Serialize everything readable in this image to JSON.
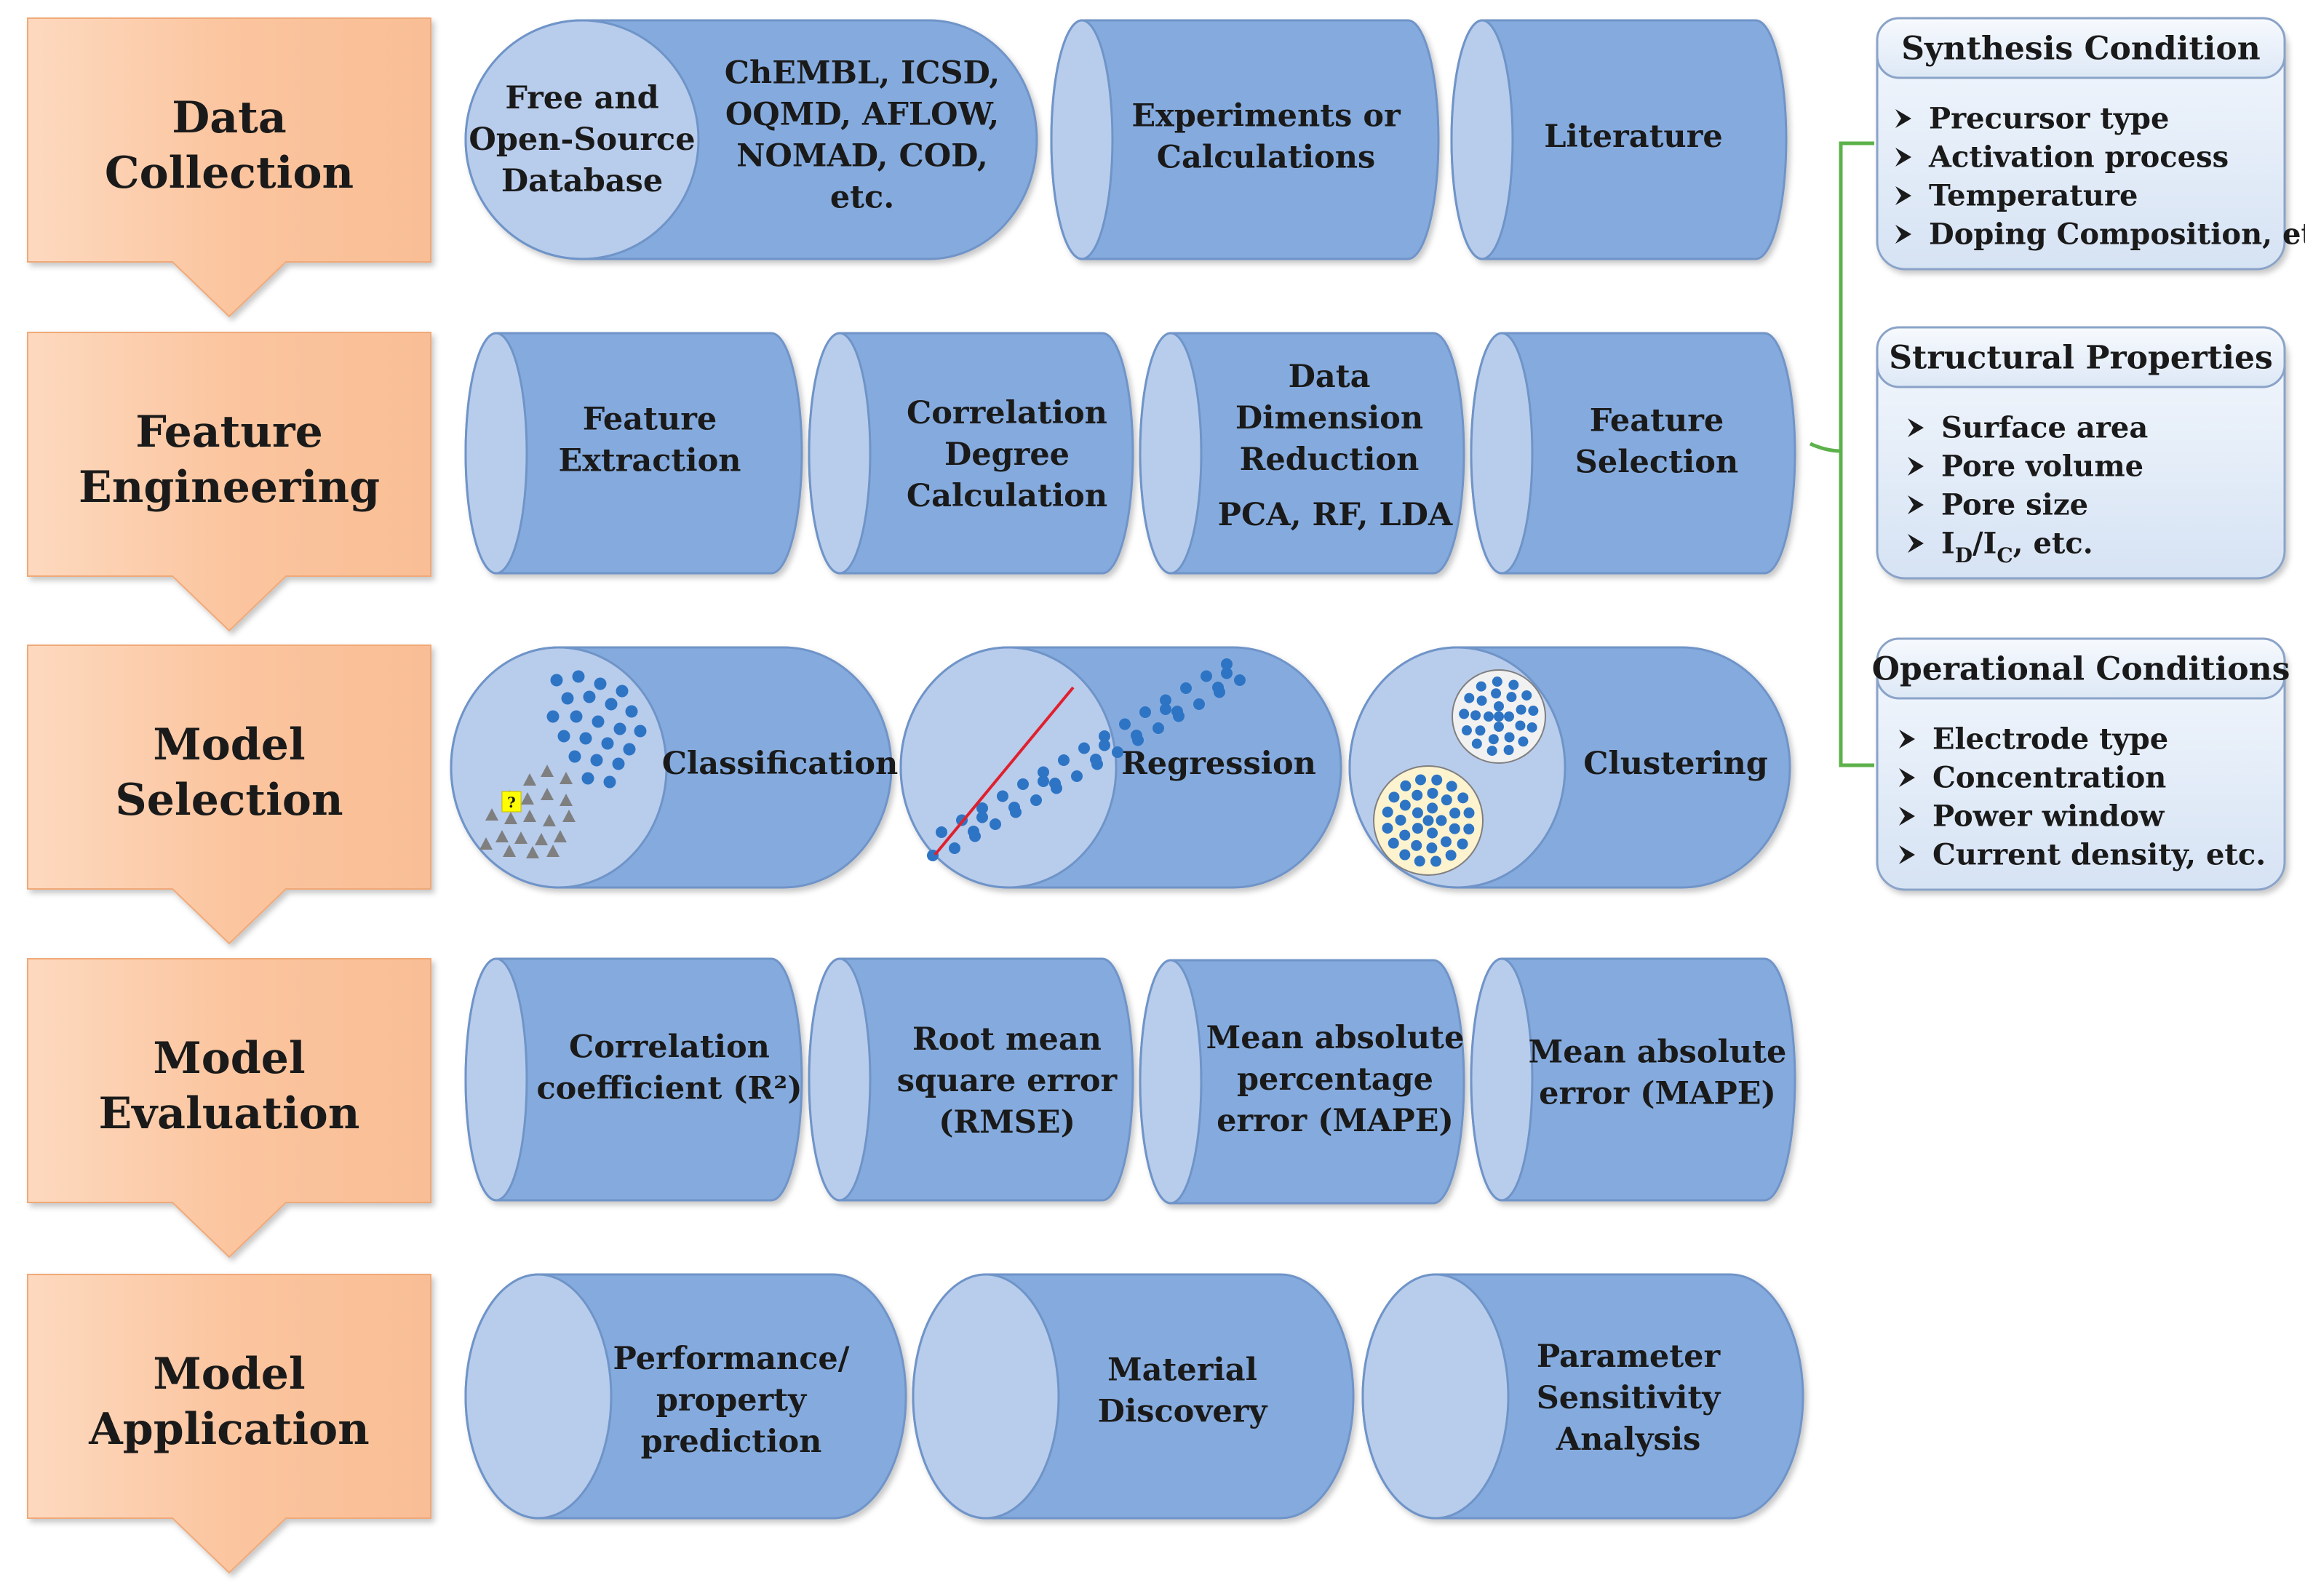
{
  "stages": [
    {
      "label": [
        "Data",
        "Collection"
      ]
    },
    {
      "label": [
        "Feature",
        "Engineering"
      ]
    },
    {
      "label": [
        "Model",
        "Selection"
      ]
    },
    {
      "label": [
        "Model",
        "Evaluation"
      ]
    },
    {
      "label": [
        "Model",
        "Application"
      ]
    }
  ],
  "row1": {
    "database_cap": [
      "Free and",
      "Open-Source",
      "Database"
    ],
    "database_body": [
      "ChEMBL, ICSD,",
      "OQMD, AFLOW,",
      "NOMAD, COD,",
      "etc."
    ],
    "experiments": [
      "Experiments or",
      "Calculations"
    ],
    "literature": [
      "Literature"
    ]
  },
  "row2": {
    "feature_extraction": [
      "Feature",
      "Extraction"
    ],
    "correlation_degree": [
      "Correlation",
      "Degree",
      "Calculation"
    ],
    "dimension_reduction": [
      "Data",
      "Dimension",
      "Reduction"
    ],
    "dimension_methods": "PCA, RF, LDA",
    "feature_selection": [
      "Feature",
      "Selection"
    ]
  },
  "row3": {
    "classification": "Classification",
    "classification_mark": "?",
    "regression": "Regression",
    "clustering": "Clustering"
  },
  "row4": {
    "r2": [
      "Correlation",
      "coefficient (R²)"
    ],
    "rmse": [
      "Root mean",
      "square error",
      "(RMSE)"
    ],
    "mape": [
      "Mean absolute",
      "percentage",
      "error (MAPE)"
    ],
    "mae": [
      "Mean absolute",
      "error (MAPE)"
    ]
  },
  "row5": {
    "performance": [
      "Performance/",
      "property",
      "prediction"
    ],
    "discovery": [
      "Material",
      "Discovery"
    ],
    "sensitivity": [
      "Parameter",
      "Sensitivity",
      "Analysis"
    ]
  },
  "panels": [
    {
      "title": "Synthesis Condition",
      "items": [
        "Precursor type",
        "Activation process",
        "Temperature",
        "Doping Composition, etc."
      ]
    },
    {
      "title": "Structural Properties",
      "items": [
        "Surface area",
        "Pore volume",
        "Pore size",
        "ID/IC, etc."
      ]
    },
    {
      "title": "Operational Conditions",
      "items": [
        "Electrode type",
        "Concentration",
        "Power window",
        "Current density, etc."
      ]
    }
  ],
  "colors": {
    "stage_fill": "#fbc9a5",
    "cylinder_body": "#85abde",
    "cylinder_cap": "#b8ccec",
    "panel_fill": "#e5eefa",
    "panel_border": "#8aa3c8",
    "bracket": "#5db14a",
    "dot": "#2e74c4",
    "triangle": "#7f7f7f",
    "regression_line": "#e0202e",
    "question_fill": "#ffff00"
  }
}
